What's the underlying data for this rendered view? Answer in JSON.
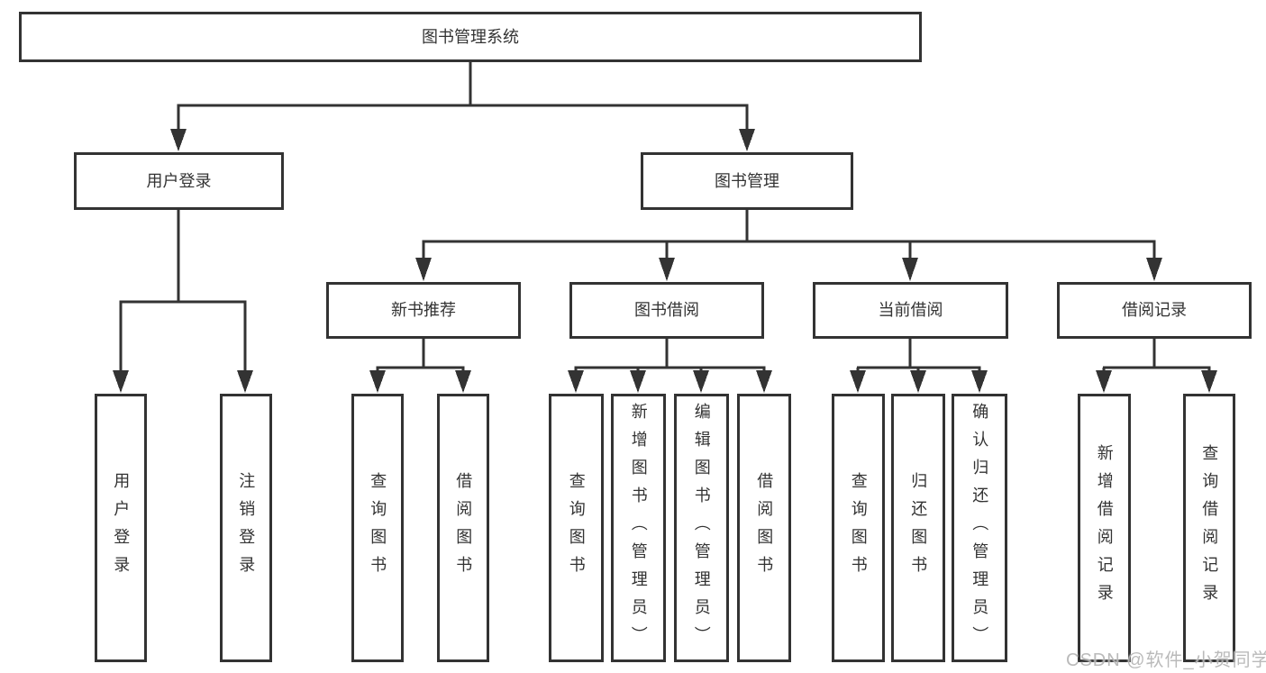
{
  "diagram": {
    "root": {
      "label": "图书管理系统"
    },
    "level2": [
      {
        "label": "用户登录"
      },
      {
        "label": "图书管理"
      }
    ],
    "level3": [
      {
        "label": "新书推荐"
      },
      {
        "label": "图书借阅"
      },
      {
        "label": "当前借阅"
      },
      {
        "label": "借阅记录"
      }
    ],
    "leaves": [
      {
        "label": "用户登录"
      },
      {
        "label": "注销登录"
      },
      {
        "label": "查询图书"
      },
      {
        "label": "借阅图书"
      },
      {
        "label": "查询图书"
      },
      {
        "label": "新增图书（管理员）"
      },
      {
        "label": "编辑图书（管理员）"
      },
      {
        "label": "借阅图书"
      },
      {
        "label": "查询图书"
      },
      {
        "label": "归还图书"
      },
      {
        "label": "确认归还（管理员）"
      },
      {
        "label": "新增借阅记录"
      },
      {
        "label": "查询借阅记录"
      }
    ]
  },
  "watermark": {
    "text": "CSDN @软件_小贺同学"
  },
  "colors": {
    "line": "#333333",
    "node_border": "#333333",
    "node_text": "#333333",
    "background": "#ffffff",
    "watermark": "#b5b5b5"
  }
}
